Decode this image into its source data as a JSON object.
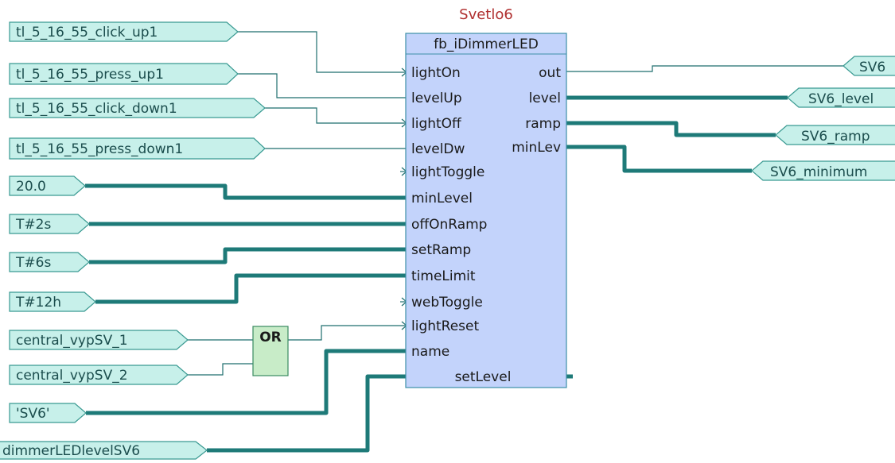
{
  "block": {
    "instance_name": "Svetlo6",
    "type_name": "fb_iDimmerLED",
    "inputs": [
      "lightOn",
      "levelUp",
      "lightOff",
      "levelDw",
      "lightToggle",
      "minLevel",
      "offOnRamp",
      "setRamp",
      "timeLimit",
      "webToggle",
      "lightReset",
      "name"
    ],
    "outputs": [
      "out",
      "level",
      "ramp",
      "minLev"
    ],
    "inout": "setLevel"
  },
  "input_tags": [
    "tl_5_16_55_click_up1",
    "tl_5_16_55_press_up1",
    "tl_5_16_55_click_down1",
    "tl_5_16_55_press_down1",
    "20.0",
    "T#2s",
    "T#6s",
    "T#12h",
    "central_vypSV_1",
    "central_vypSV_2",
    "'SV6'",
    "dimmerLEDlevelSV6"
  ],
  "or_gate": {
    "label": "OR"
  },
  "output_tags": [
    "SV6",
    "SV6_level",
    "SV6_ramp",
    "SV6_minimum"
  ],
  "colors": {
    "block_fill": "#c3d3fb",
    "block_border": "#3c8fa8",
    "tag_fill": "#c7f0ea",
    "wire": "#1e7a78",
    "title": "#b03030"
  }
}
